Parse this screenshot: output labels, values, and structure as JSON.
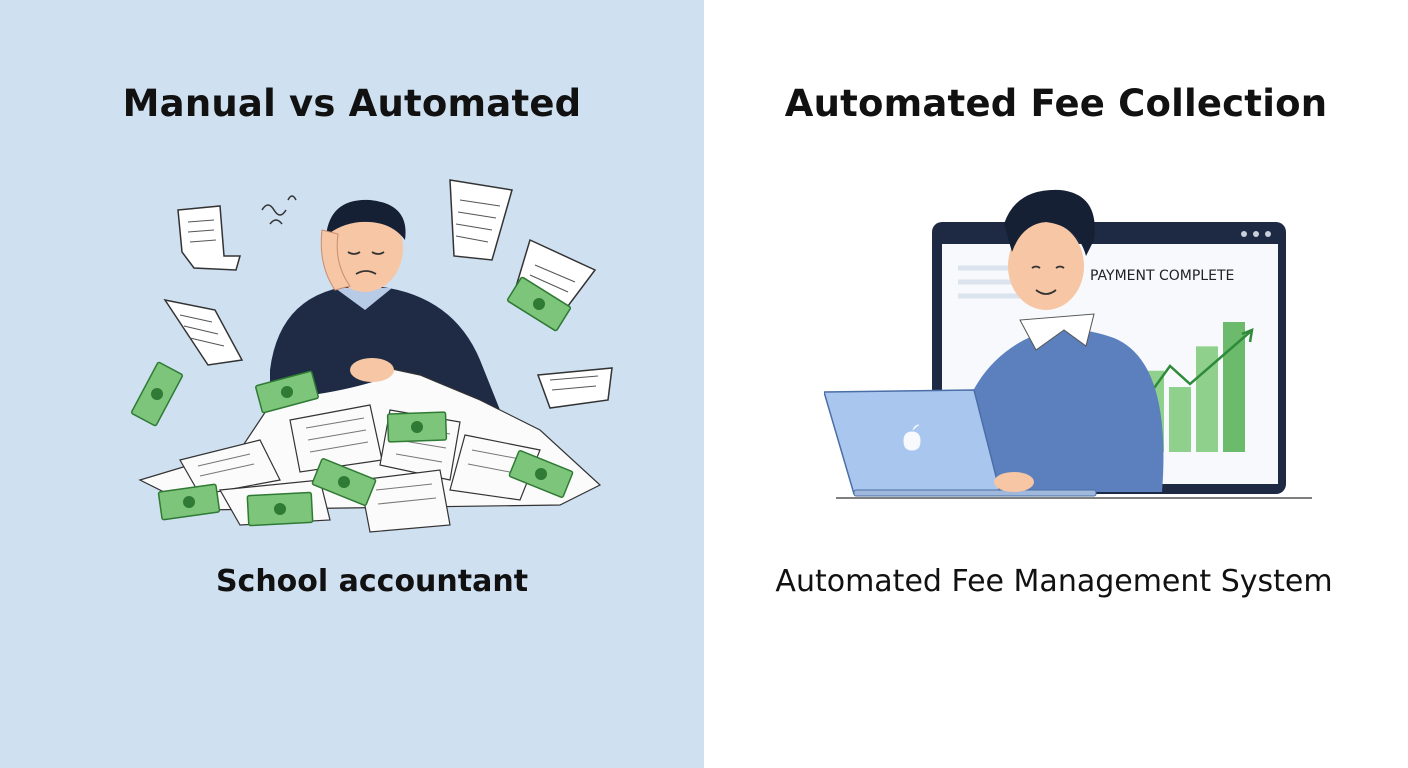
{
  "left_panel": {
    "title": "Manual vs Automated",
    "caption": "School accountant",
    "background": "#cfe0f1"
  },
  "right_panel": {
    "title": "Automated Fee Collection",
    "caption": "Automated Fee Management System",
    "screen_status": "PAYMENT COMPLETE",
    "chart_bars": [
      2,
      1.6,
      2.6,
      3.2
    ],
    "background": "#ffffff"
  },
  "icons": {
    "laptop_logo": "apple-logo-icon",
    "trend": "trend-arrow-icon"
  }
}
